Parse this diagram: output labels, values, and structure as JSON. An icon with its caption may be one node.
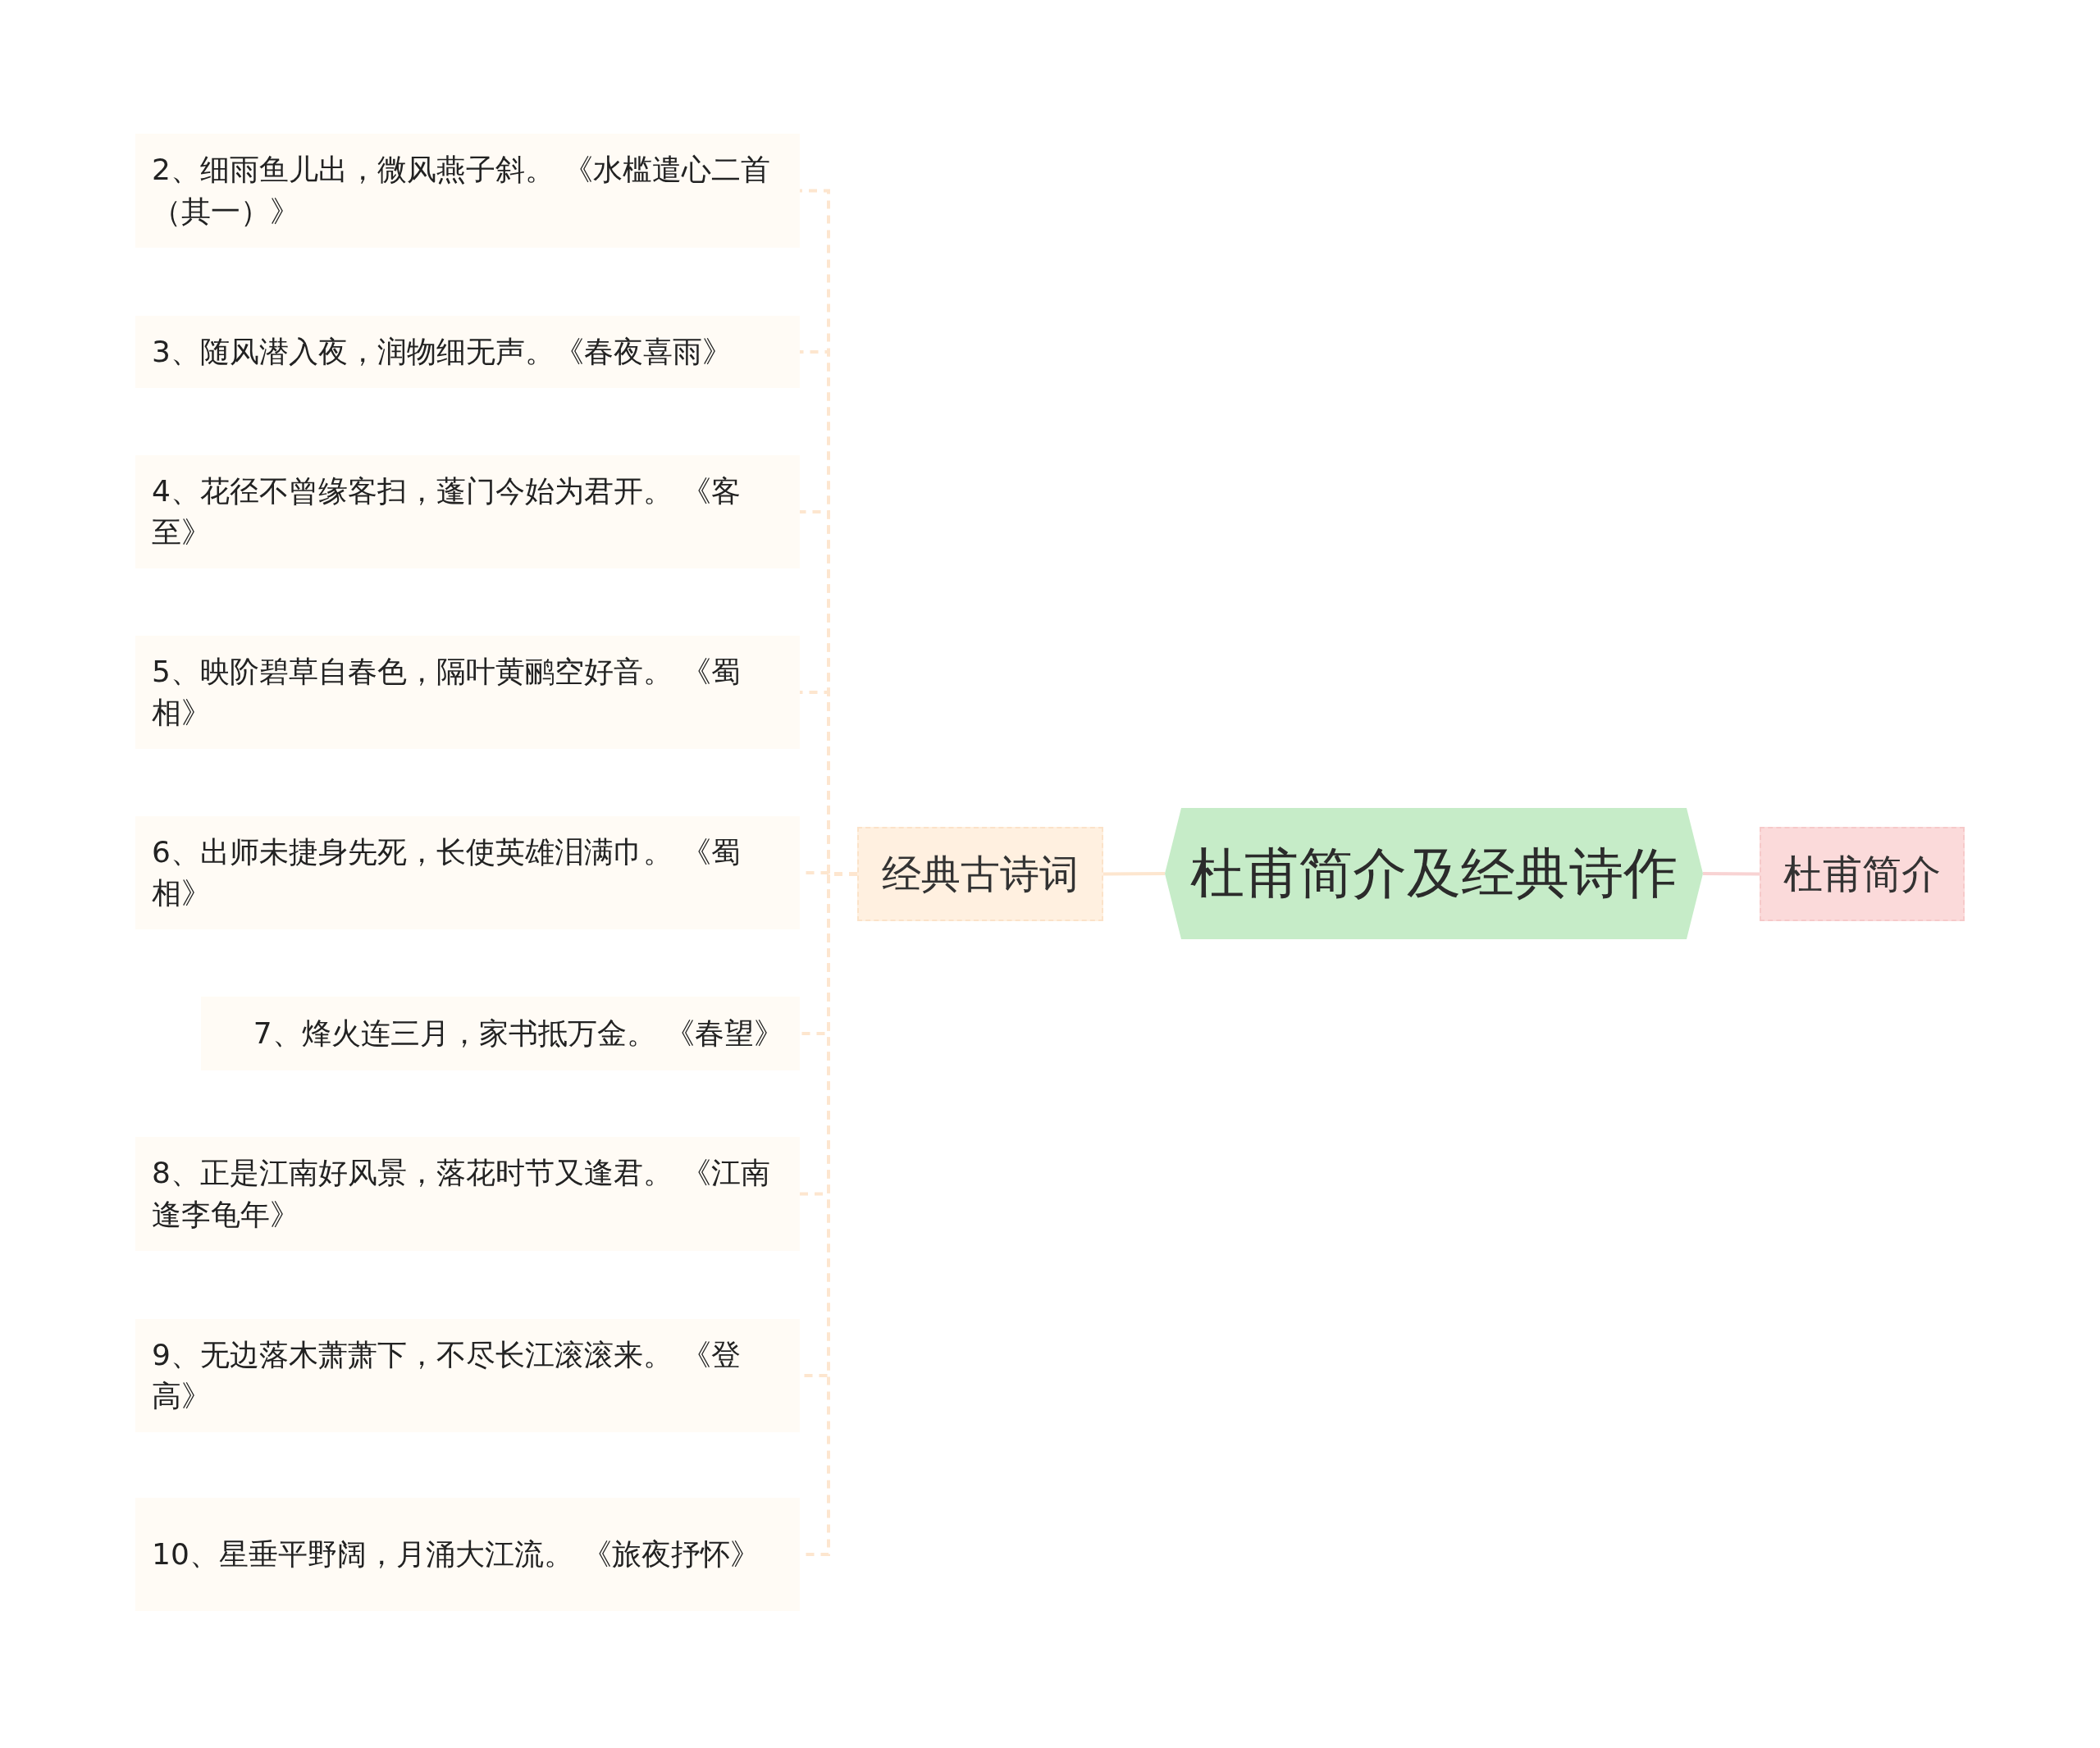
{
  "diagram": {
    "nodes": [
      {
        "text": [
          "杜甫简介及经典诗作"
        ]
      },
      {
        "text": [
          "经典古诗词"
        ]
      },
      {
        "text": [
          "2、细雨鱼儿出，微风燕子斜。 《水槛遣心二首（其一）》"
        ]
      },
      {
        "text": [
          "3、随风潜入夜，润物细无声。《春夜喜雨》"
        ]
      },
      {
        "text": [
          "4、花径不曾缘客扫，蓬门今始为君开。 《客至》"
        ]
      },
      {
        "text": [
          "5、映阶碧草自春色，隔叶黄鹂空好音。 《蜀相》"
        ]
      },
      {
        "text": [
          "6、出师未捷身先死，长使英雄泪满巾。 《蜀相》"
        ]
      },
      {
        "text": [
          "7、烽火连三月，家书抵万金。 《春望》"
        ]
      },
      {
        "text": [
          "8、正是江南好风景，落花时节又逢君。 《江南逢李龟年》"
        ]
      },
      {
        "text": [
          "9、无边落木萧萧下，不尽长江滚滚来。 《登高》"
        ]
      },
      {
        "text": [
          "10、星垂平野阔，月涌大江流。 《旅夜抒怀》"
        ]
      },
      {
        "text": [
          "杜甫简介"
        ]
      }
    ],
    "edges": [
      {
        "from": 0,
        "to": 1,
        "arrow": "none"
      },
      {
        "from": 0,
        "to": 11,
        "arrow": "none",
        "color": "#f8d3d3"
      },
      {
        "from": 1,
        "to": 2,
        "arrow": "none",
        "style": "dashed"
      },
      {
        "from": 1,
        "to": 3,
        "arrow": "none",
        "style": "dashed"
      },
      {
        "from": 1,
        "to": 4,
        "arrow": "none",
        "style": "dashed"
      },
      {
        "from": 1,
        "to": 5,
        "arrow": "none",
        "style": "dashed"
      },
      {
        "from": 1,
        "to": 6,
        "arrow": "none",
        "style": "dashed"
      },
      {
        "from": 1,
        "to": 7,
        "arrow": "none",
        "style": "dashed"
      },
      {
        "from": 1,
        "to": 8,
        "arrow": "none",
        "style": "dashed"
      },
      {
        "from": 1,
        "to": 9,
        "arrow": "none",
        "style": "dashed"
      },
      {
        "from": 1,
        "to": 10,
        "arrow": "none",
        "style": "dashed"
      }
    ]
  }
}
